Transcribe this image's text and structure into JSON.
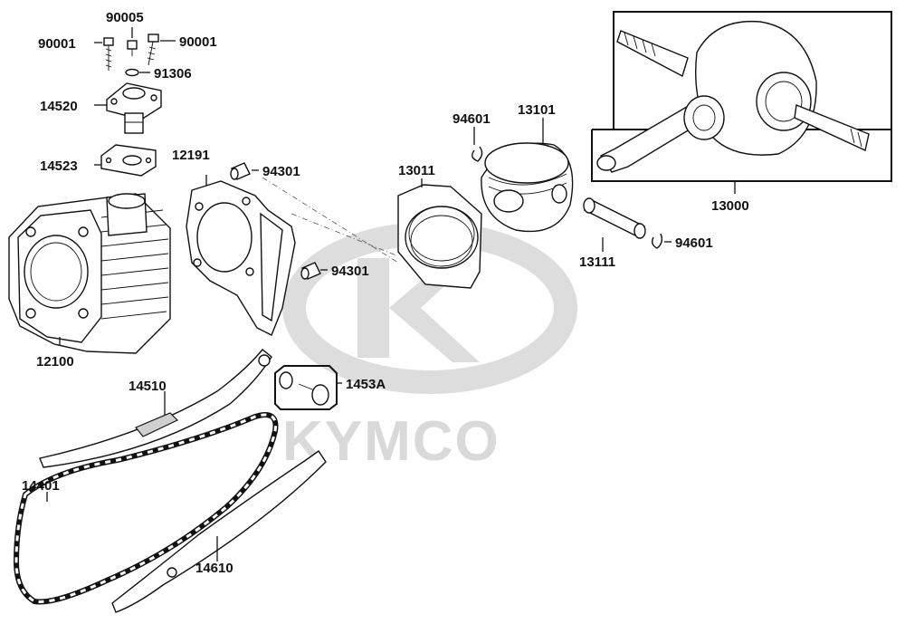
{
  "watermark": {
    "brand": "KYMCO",
    "logo_color": "#dddddd"
  },
  "callouts": {
    "p90005": "90005",
    "p90001_left": "90001",
    "p90001_right": "90001",
    "p91306": "91306",
    "p14520": "14520",
    "p14523": "14523",
    "p12191": "12191",
    "p94301_top": "94301",
    "p94301_bottom": "94301",
    "p12100": "12100",
    "p13011": "13011",
    "p13101": "13101",
    "p94601_top": "94601",
    "p94601_right": "94601",
    "p13111": "13111",
    "p13000": "13000",
    "p14510": "14510",
    "p1453A": "1453A",
    "p14401": "14401",
    "p14610": "14610"
  }
}
